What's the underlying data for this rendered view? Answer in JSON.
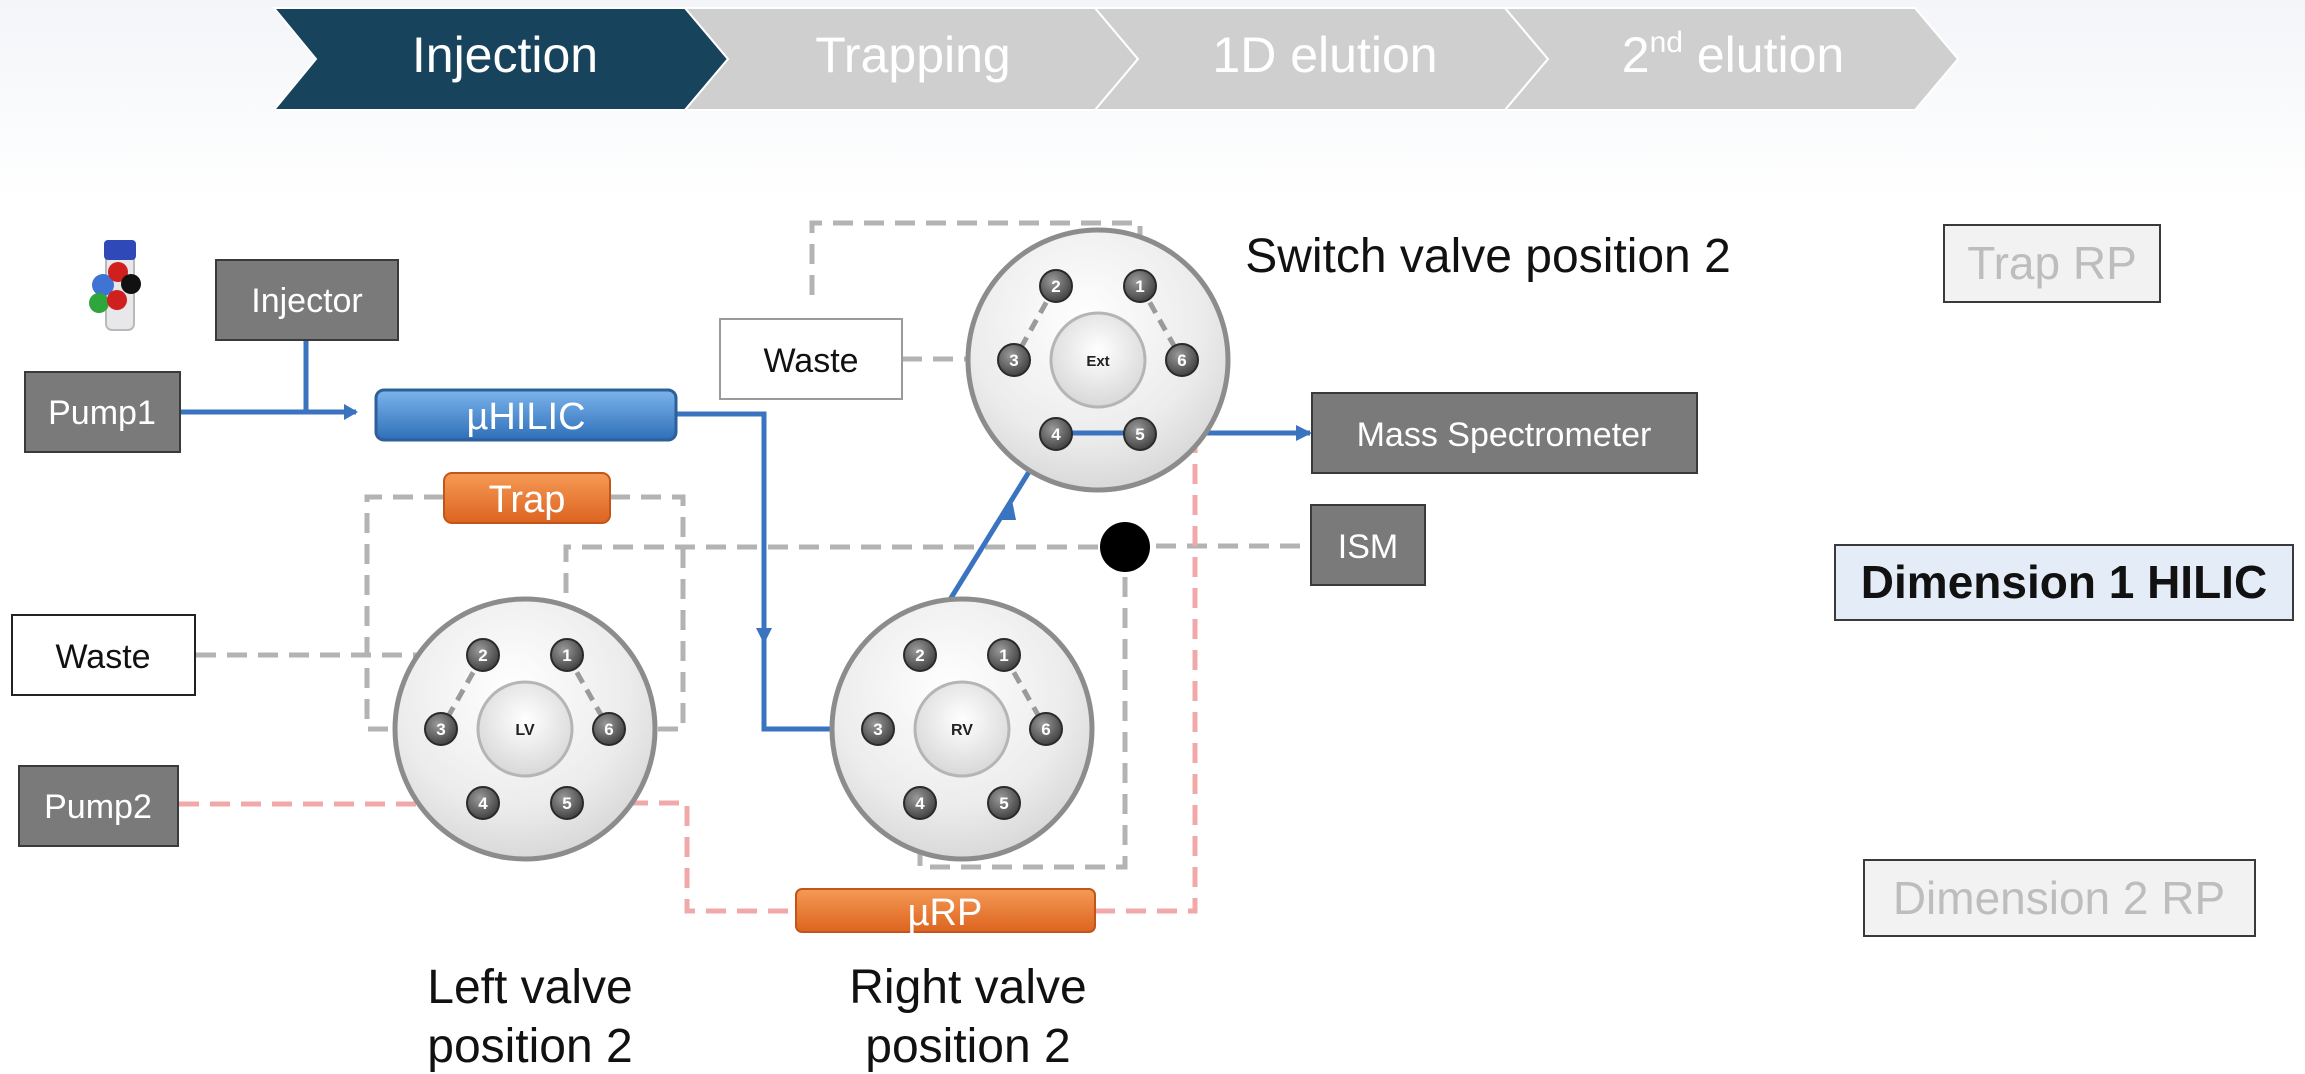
{
  "steps": {
    "injection": "Injection",
    "trapping": "Trapping",
    "elution_1d": "1D elution",
    "elution_2nd_prefix": "2",
    "elution_2nd_sup": "nd",
    "elution_2nd_rest": " elution",
    "active": "Injection"
  },
  "boxes": {
    "injector": "Injector",
    "pump1": "Pump1",
    "pump2": "Pump2",
    "waste_top": "Waste",
    "waste_left": "Waste",
    "mass_spec": "Mass Spectrometer",
    "ism": "ISM"
  },
  "columns": {
    "hilic": "µHILIC",
    "trap": "Trap",
    "rp": "µRP"
  },
  "valves": {
    "switch_center": "Ext",
    "left_center": "LV",
    "right_center": "RV",
    "ports": [
      "1",
      "2",
      "3",
      "4",
      "5",
      "6"
    ]
  },
  "labels": {
    "switch_valve": "Switch valve position 2",
    "left_valve_line1": "Left valve",
    "left_valve_line2": "position 2",
    "right_valve_line1": "Right valve",
    "right_valve_line2": "position 2"
  },
  "legend": {
    "trap_rp": "Trap RP",
    "dimension1": "Dimension 1 HILIC",
    "dimension2": "Dimension 2 RP"
  },
  "colors": {
    "active_step": "#17435c",
    "inactive_step": "#d0cfcf",
    "flow_active": "#3a73c0",
    "flow_idle": "#b3b3b3",
    "flow_rp": "#f0a8a8",
    "column_hilic": "#4a8fd6",
    "column_orange": "#e8782f",
    "box_dark": "#7a7a7a",
    "dimension1_bg": "#e4edf7"
  }
}
